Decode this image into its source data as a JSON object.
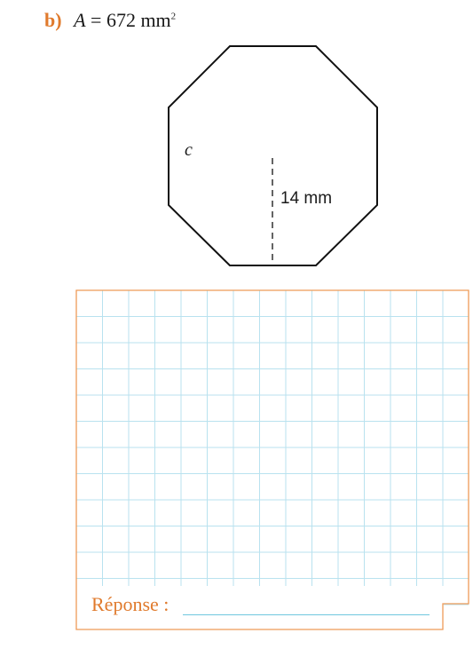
{
  "exercise": {
    "label": "b)",
    "area_symbol": "A",
    "equals": "=",
    "area_value": "672 mm",
    "area_exponent": "2"
  },
  "figure": {
    "shape": "regular octagon",
    "side_label": "c",
    "apothem_label": "14 mm"
  },
  "answer": {
    "label": "Réponse :",
    "value": ""
  },
  "colors": {
    "accent": "#e07a2c",
    "grid": "#b9e2ef",
    "grid_border": "#ee9a58"
  }
}
